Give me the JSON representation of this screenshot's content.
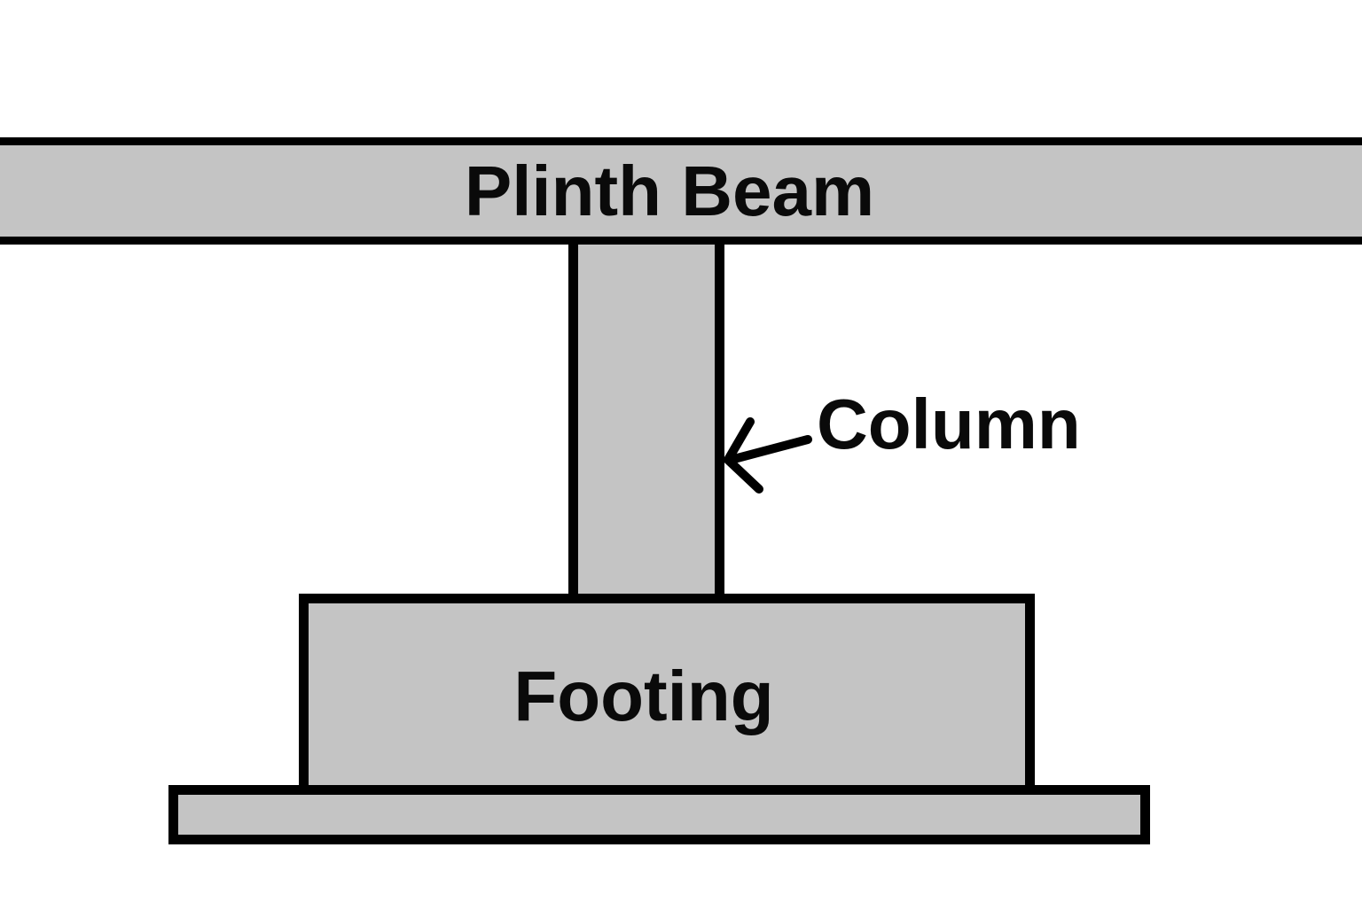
{
  "diagram": {
    "type": "construction-cross-section",
    "labels": {
      "beam": "Plinth Beam",
      "column": "Column",
      "footing": "Footing"
    },
    "colors": {
      "concrete_fill": "#c4c4c4",
      "outline": "#000000",
      "background": "#ffffff",
      "text": "#0a0a0a"
    }
  }
}
